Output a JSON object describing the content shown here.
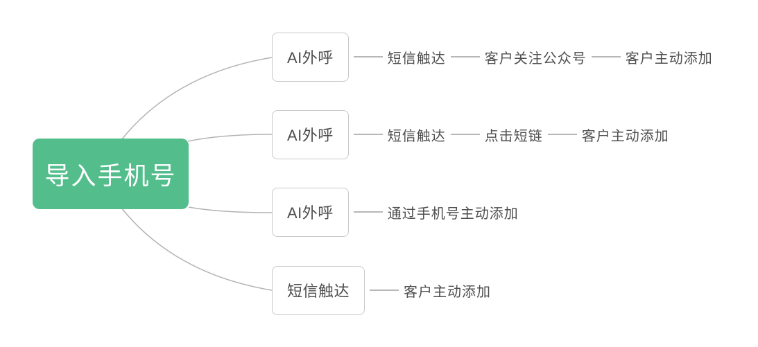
{
  "root": {
    "label": "导入手机号"
  },
  "branches": [
    {
      "nodes": [
        "AI外呼",
        "短信触达",
        "客户关注公众号",
        "客户主动添加"
      ]
    },
    {
      "nodes": [
        "AI外呼",
        "短信触达",
        "点击短链",
        "客户主动添加"
      ]
    },
    {
      "nodes": [
        "AI外呼",
        "通过手机号主动添加"
      ]
    },
    {
      "nodes": [
        "短信触达",
        "客户主动添加"
      ]
    }
  ],
  "colors": {
    "root_background": "#53BE8C",
    "root_text": "#FFFFFF",
    "node_border": "#C9C9C9",
    "node_text": "#4D4D4D",
    "connector": "#B7B7B7"
  }
}
